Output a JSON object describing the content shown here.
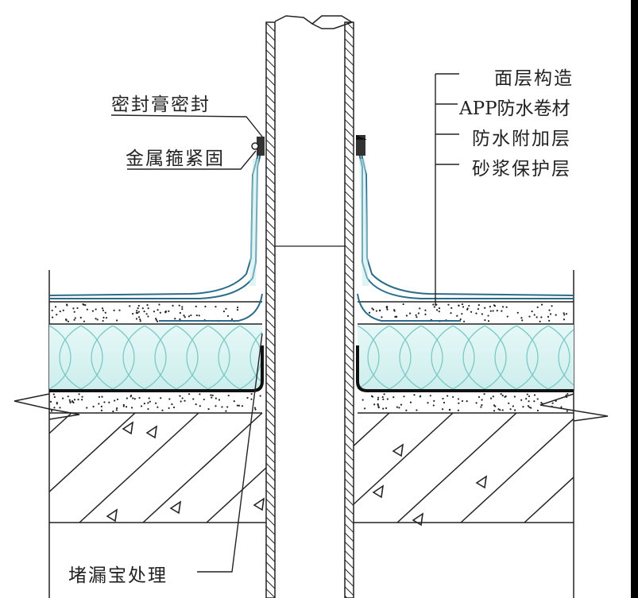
{
  "diagram": {
    "title": "",
    "subject": "pipe-penetration-roof-waterproofing-detail",
    "labels_left": [
      {
        "id": "sealant",
        "text": "密封膏密封"
      },
      {
        "id": "metal-clamp",
        "text": "金属箍紧固"
      }
    ],
    "labels_right": [
      {
        "id": "surface-layer",
        "text": "面层构造"
      },
      {
        "id": "app-membrane",
        "text": "APP防水卷材"
      },
      {
        "id": "additional-waterproof",
        "text": "防水附加层"
      },
      {
        "id": "mortar-protection",
        "text": "砂浆保护层"
      }
    ],
    "labels_bottom": [
      {
        "id": "leak-plug",
        "text": "堵漏宝处理"
      }
    ],
    "layers": [
      "surface-layer",
      "app-membrane",
      "additional-waterproof",
      "mortar-protection",
      "insulation",
      "screed",
      "structural-concrete-slab"
    ],
    "colors": {
      "membrane": "#2b6c8a",
      "insulation_fill": "#d8f3f2",
      "insulation_line": "#7cc9c6",
      "line": "#222222"
    }
  }
}
